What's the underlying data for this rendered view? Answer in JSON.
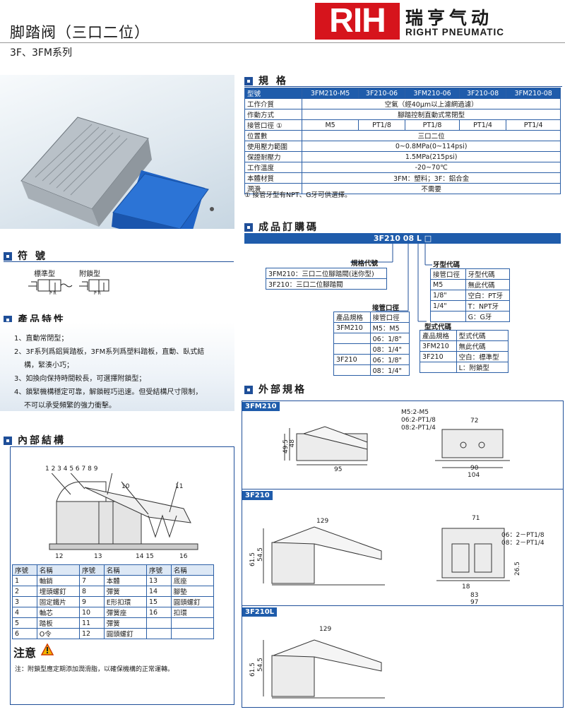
{
  "header": {
    "title": "脚踏阀（三口二位）",
    "subtitle": "3F、3FM系列",
    "logo_mark": "RIH",
    "logo_cn": "瑞亨气动",
    "logo_en": "RIGHT PNEUMATIC"
  },
  "sections": {
    "spec": "規 格",
    "order": "成品訂購碼",
    "symbol": "符 號",
    "features": "產品特性",
    "internal": "內部結構",
    "external": "外部規格"
  },
  "spec": {
    "header": [
      "型號",
      "3FM210-M5",
      "3F210-06",
      "3FM210-06",
      "3F210-08",
      "3FM210-08"
    ],
    "rows": [
      {
        "label": "工作介質",
        "value": "空氣（經40μm以上濾網過濾）"
      },
      {
        "label": "作動方式",
        "value": "腳踏控制直動式常閉型"
      },
      {
        "label": "接管口徑 ①",
        "cells": [
          "M5",
          "PT1/8",
          "PT1/8",
          "PT1/4",
          "PT1/4"
        ]
      },
      {
        "label": "位置數",
        "value": "三口二位"
      },
      {
        "label": "使用壓力範圍",
        "value": "0~0.8MPa(0~114psi)"
      },
      {
        "label": "保證耐壓力",
        "value": "1.5MPa(215psi)"
      },
      {
        "label": "工作溫度",
        "value": "-20~70℃"
      },
      {
        "label": "本體材質",
        "value": "3FM：塑料；3F：鋁合金"
      },
      {
        "label": "潤滑",
        "value": "不需要"
      }
    ],
    "note": "① 接管牙型有NPT、G牙可供選擇。"
  },
  "order": {
    "code": "3F210 08 L □",
    "model_code": {
      "title": "規格代號",
      "rows": [
        "3FM210：三口二位腳踏閥(迷你型)",
        "3F210：三口二位腳踏閥"
      ]
    },
    "port": {
      "title": "接管口徑",
      "head": [
        "產品規格",
        "接管口徑"
      ],
      "rows": [
        [
          "3FM210",
          "M5：M5"
        ],
        [
          "",
          "06：1/8\""
        ],
        [
          "",
          "08：1/4\""
        ],
        [
          "3F210",
          "06：1/8\""
        ],
        [
          "",
          "08：1/4\""
        ]
      ]
    },
    "thread": {
      "title": "牙型代碼",
      "head": [
        "接管口徑",
        "牙型代碼"
      ],
      "rows": [
        [
          "M5",
          "無此代碼"
        ],
        [
          "1/8\"",
          "空白：PT牙"
        ],
        [
          "1/4\"",
          "T：NPT牙"
        ],
        [
          "",
          "G：G牙"
        ]
      ]
    },
    "type": {
      "title": "型式代碼",
      "head": [
        "產品規格",
        "型式代碼"
      ],
      "rows": [
        [
          "3FM210",
          "無此代碼"
        ],
        [
          "3F210",
          "空白：標準型"
        ],
        [
          "",
          "L：附鎖型"
        ]
      ]
    }
  },
  "symbol": {
    "standard": "標準型",
    "locked": "附鎖型",
    "pr": "P R"
  },
  "features": [
    "1、直動常閉型；",
    "2、3F系列爲鋁質踏板，3FM系列爲塑料踏板，直動、臥式結",
    "構，緊湊小巧；",
    "3、如換向保持時間較長，可選擇附鎖型；",
    "4、鎖緊機構穩定可靠，解鎖輕巧迅速。但受結構尺寸限制，",
    "不可以承受頻繁的強力衝擊。"
  ],
  "internal": {
    "callouts_top": "1 2  3 4 5      6 7 8 9",
    "c10": "10",
    "c11": "11",
    "c12": "12",
    "c13": "13",
    "c1415": "14 15",
    "c16": "16",
    "parts_head": [
      "序號",
      "名稱",
      "序號",
      "名稱",
      "序號",
      "名稱"
    ],
    "parts": [
      [
        "1",
        "軸銷",
        "7",
        "本體",
        "13",
        "底座"
      ],
      [
        "2",
        "埋頭螺釘",
        "8",
        "彈簧",
        "14",
        "腳墊"
      ],
      [
        "3",
        "固定鐵片",
        "9",
        "E形扣環",
        "15",
        "圓頭螺釘"
      ],
      [
        "4",
        "軸芯",
        "10",
        "彈簧座",
        "16",
        "扣環"
      ],
      [
        "5",
        "踏板",
        "11",
        "彈簧",
        "",
        ""
      ],
      [
        "6",
        "O令",
        "12",
        "圓頭螺釘",
        "",
        ""
      ]
    ],
    "notice_title": "注意",
    "notice": "注：附鎖型應定期添加潤滑脂，以確保機構的正常運轉。"
  },
  "external": {
    "m1": "3FM210",
    "m2": "3F210",
    "m3": "3F210L",
    "m1_ports": [
      "M5:2-M5",
      "06:2-PT1/8",
      "08:2-PT1/4"
    ],
    "m1_dims": {
      "h1": "49.5",
      "h2": "48",
      "l": "95",
      "w": "72",
      "w2": "90",
      "w3": "104"
    },
    "m2_ports": [
      "06：2－PT1/8",
      "08：2－PT1/4"
    ],
    "m2_dims": {
      "l": "129",
      "h1": "61.5",
      "h2": "54.5",
      "w": "71",
      "s": "18",
      "w2": "83",
      "w3": "97",
      "hh": "26.5"
    },
    "m3_dims": {
      "l": "129",
      "h1": "61.5",
      "h2": "54.5"
    }
  }
}
